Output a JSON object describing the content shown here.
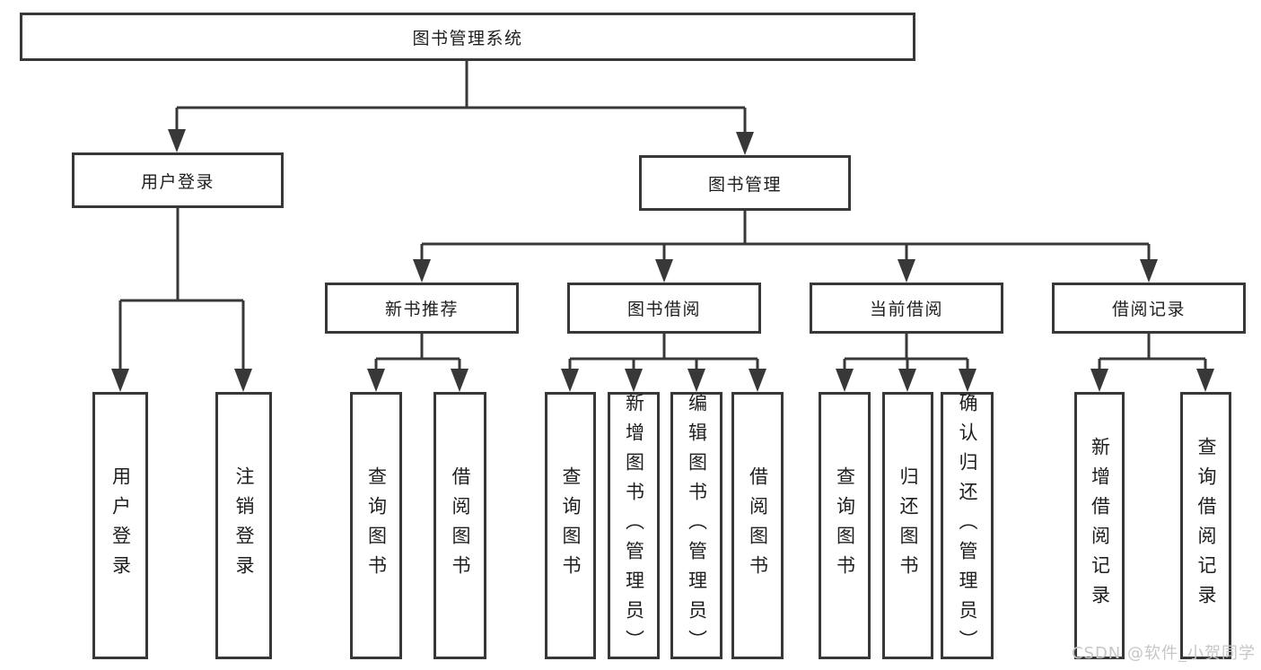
{
  "tree": {
    "root": "图书管理系统",
    "branches": [
      {
        "label": "用户登录",
        "leaves": [
          "用户登录",
          "注销登录"
        ]
      },
      {
        "label": "图书管理",
        "groups": [
          {
            "label": "新书推荐",
            "leaves": [
              "查询图书",
              "借阅图书"
            ]
          },
          {
            "label": "图书借阅",
            "leaves": [
              "查询图书",
              "新增图书（管理员）",
              "编辑图书（管理员）",
              "借阅图书"
            ]
          },
          {
            "label": "当前借阅",
            "leaves": [
              "查询图书",
              "归还图书",
              "确认归还（管理员）"
            ]
          },
          {
            "label": "借阅记录",
            "leaves": [
              "新增借阅记录",
              "查询借阅记录"
            ]
          }
        ]
      }
    ]
  },
  "watermark": "CSDN @软件_小贺同学",
  "colors": {
    "line": "#383838",
    "box_border": "#383838",
    "text": "#1e1e1e",
    "watermark": "#c6c6c6",
    "background": "#ffffff"
  }
}
